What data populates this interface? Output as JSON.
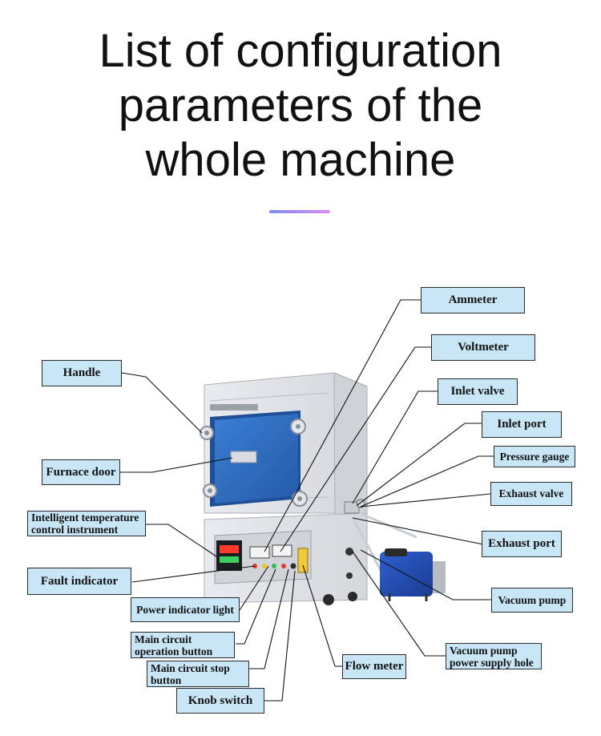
{
  "title": {
    "line1": "List of configuration",
    "line2": "parameters of the",
    "line3": "whole machine"
  },
  "colors": {
    "label_fill": "#c9e6f7",
    "accent_start": "#7f8cf0",
    "accent_end": "#d88cf2",
    "furnace_door": "#2f6fc4"
  },
  "labels": {
    "ammeter": "Ammeter",
    "voltmeter": "Voltmeter",
    "inlet_valve": "Inlet valve",
    "inlet_port": "Inlet port",
    "pressure_gauge": "Pressure gauge",
    "exhaust_valve": "Exhaust valve",
    "exhaust_port": "Exhaust port",
    "vacuum_pump": "Vacuum pump",
    "vacuum_pump_power_line1": "Vacuum pump",
    "vacuum_pump_power_line2": "power supply hole",
    "flow_meter": "Flow meter",
    "knob_switch": "Knob switch",
    "main_stop_line1": "Main circuit stop",
    "main_stop_line2": "button",
    "main_operation_line1": "Main circuit",
    "main_operation_line2": "operation button",
    "power_indicator": "Power indicator light",
    "fault_indicator": "Fault indicator",
    "temp_instrument_line1": "Intelligent temperature",
    "temp_instrument_line2": "control instrument",
    "furnace_door": "Furnace door",
    "handle": "Handle"
  }
}
